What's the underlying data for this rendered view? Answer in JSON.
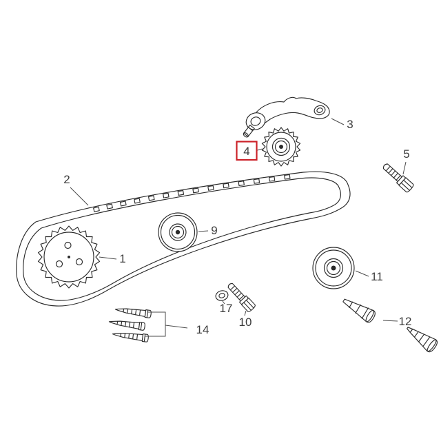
{
  "diagram": {
    "line_color": "#2b2b2b",
    "label_color": "#3c3c3c",
    "background": "#ffffff",
    "highlight": {
      "box_color": "#cc2229",
      "label_color": "#8e2f34"
    },
    "parts": [
      {
        "ref": "1",
        "highlighted": false
      },
      {
        "ref": "2",
        "highlighted": false
      },
      {
        "ref": "3",
        "highlighted": false
      },
      {
        "ref": "4",
        "highlighted": true
      },
      {
        "ref": "5",
        "highlighted": false
      },
      {
        "ref": "9",
        "highlighted": false
      },
      {
        "ref": "10",
        "highlighted": false
      },
      {
        "ref": "11",
        "highlighted": false
      },
      {
        "ref": "12",
        "highlighted": false
      },
      {
        "ref": "14",
        "highlighted": false
      },
      {
        "ref": "17",
        "highlighted": false
      }
    ]
  }
}
